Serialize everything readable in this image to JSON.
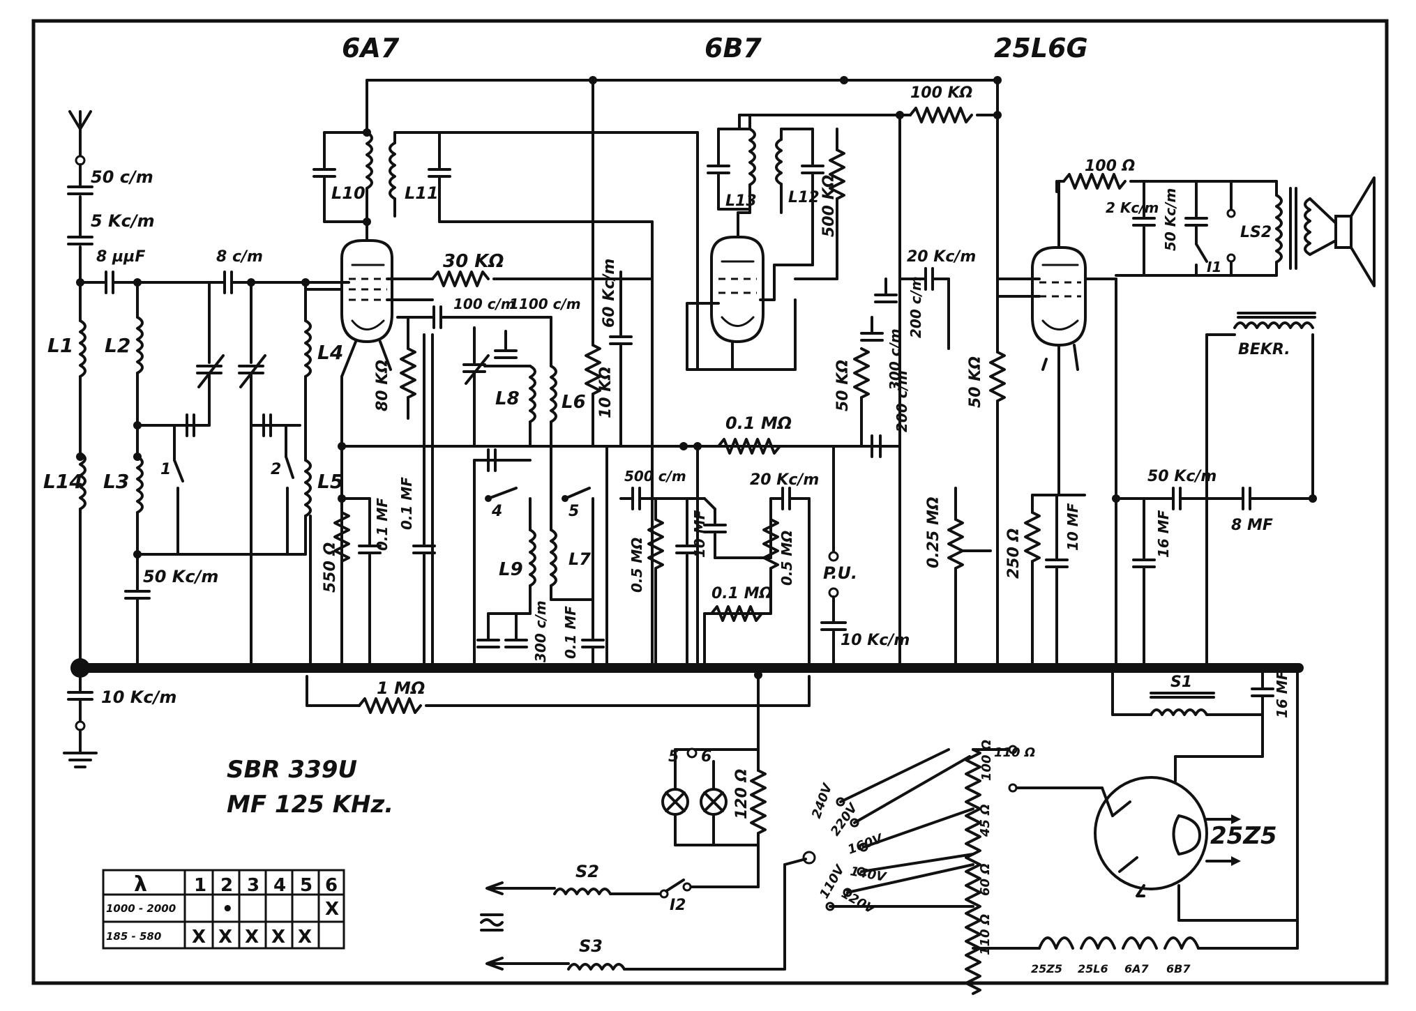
{
  "tubes": {
    "t1": "6A7",
    "t2": "6B7",
    "t3": "25L6G",
    "rect": "25Z5"
  },
  "title": {
    "model": "SBR 339U",
    "if": "MF 125 KHz."
  },
  "components": {
    "c50": "50 c/m",
    "c5k": "5 Kc/m",
    "c8u": "8 µµF",
    "c8c": "8 c/m",
    "l1": "L1",
    "l14": "L14",
    "l2": "L2",
    "l3": "L3",
    "l4": "L4",
    "l5": "L5",
    "l6": "L6",
    "l7": "L7",
    "l8": "L8",
    "l9": "L9",
    "l10": "L10",
    "l11": "L11",
    "l12": "L12",
    "l13": "L13",
    "r30k": "30 KΩ",
    "c100": "100 c/m",
    "c1100": "1100 c/m",
    "c60k": "60 Kc/m",
    "r80k": "80 KΩ",
    "r10k": "10 KΩ",
    "r100k": "100 KΩ",
    "r500k": "500 KΩ",
    "c20k_a": "20 Kc/m",
    "r50k_a": "50 KΩ",
    "c300": "300 c/m",
    "c200a": "200 c/m",
    "c200b": "200 c/m",
    "r50k_b": "50 KΩ",
    "r01m": "0.1 MΩ",
    "c500": "500 c/m",
    "c20k_b": "20 Kc/m",
    "r100": "100 Ω",
    "c2k": "2 Kc/m",
    "c50kb": "50 Kc/m",
    "ls2": "LS2",
    "i1": "I1",
    "bekr": "BEKR.",
    "r550": "550 Ω",
    "c01a": "0.1 MF",
    "c01b": "0.1 MF",
    "c50kc": "50 Kc/m",
    "r05ma": "0.5 MΩ",
    "c10mf": "10 MF",
    "r01mb": "0.1 MΩ",
    "r05mb": "0.5 MΩ",
    "pu": "P.U.",
    "c10kb": "10 Kc/m",
    "r025": "0.25 MΩ",
    "r250": "250 Ω",
    "c10mfb": "10 MF",
    "c16mf": "16 MF",
    "c50kd": "50 Kc/m",
    "c8mf": "8 MF",
    "c300b": "300 c/m",
    "c01c": "0.1 MF",
    "c10k": "10 Kc/m",
    "r1m": "1 MΩ",
    "s1": "S1",
    "c16mfb": "16 MF",
    "r120": "120 Ω",
    "s2": "S2",
    "s3": "S3",
    "i2": "I2",
    "sw5": "5",
    "sw6": "6",
    "v240": "240V",
    "v220": "220V",
    "v160": "160V",
    "v140": "140V",
    "v120": "120V",
    "v110": "110V",
    "r110a": "110 Ω",
    "r100b": "100 Ω",
    "r45": "45 Ω",
    "r60": "60 Ω",
    "r110b": "110 Ω",
    "sw1": "1",
    "sw2": "2",
    "sw4": "4",
    "sw5b": "5"
  },
  "heaters": [
    "25Z5",
    "25L6",
    "6A7",
    "6B7"
  ],
  "band_table": {
    "header": [
      "λ",
      "1",
      "2",
      "3",
      "4",
      "5",
      "6"
    ],
    "rows": [
      {
        "range": "1000 - 2000",
        "cells": [
          "",
          "•",
          "",
          "",
          "",
          "X"
        ]
      },
      {
        "range": "185 - 580",
        "cells": [
          "X",
          "X",
          "X",
          "X",
          "X",
          ""
        ]
      }
    ]
  }
}
